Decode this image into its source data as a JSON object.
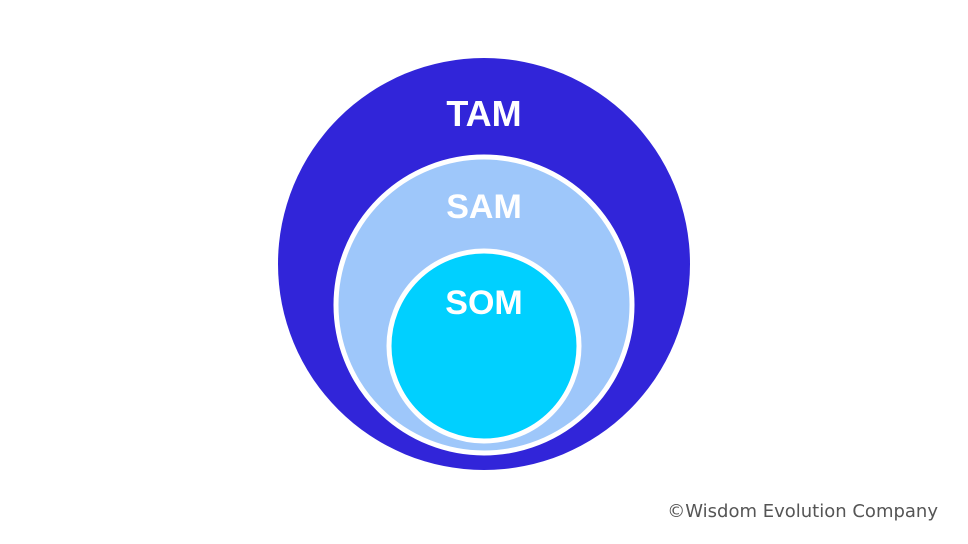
{
  "diagram": {
    "tam": {
      "label": "TAM",
      "color": "#3125D9"
    },
    "sam": {
      "label": "SAM",
      "color": "#9EC7FA"
    },
    "som": {
      "label": "SOM",
      "color": "#00D0FF"
    },
    "outline_color": "#FFFFFF"
  },
  "footer": {
    "copyright": "©Wisdom Evolution Company"
  }
}
